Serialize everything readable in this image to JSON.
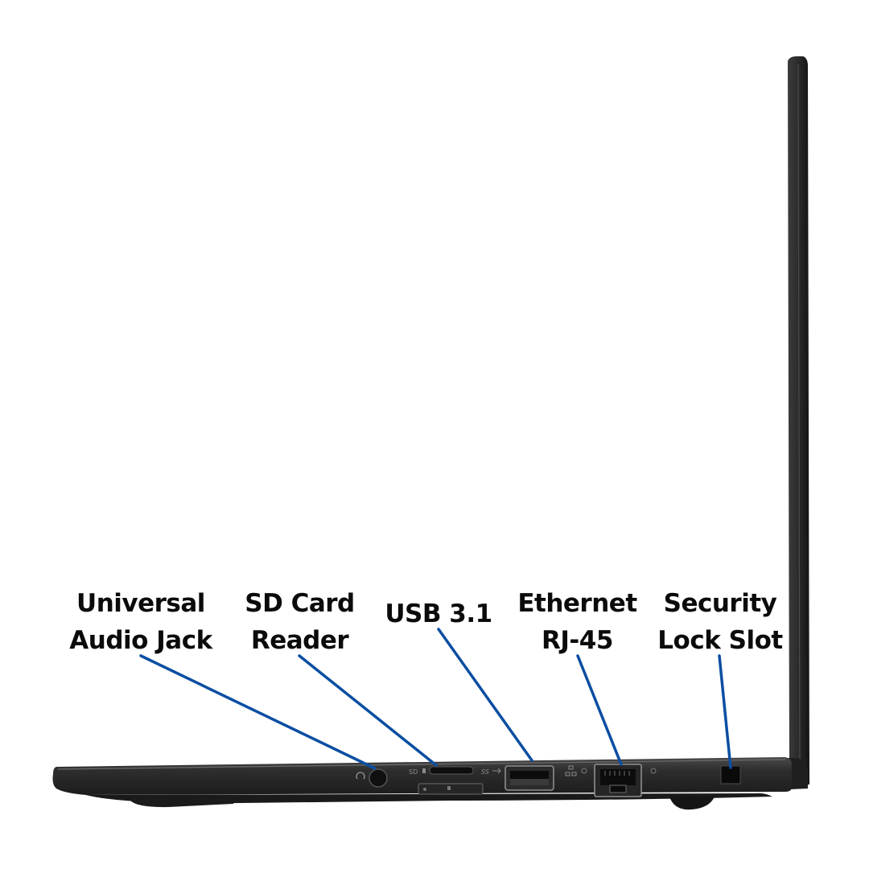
{
  "callouts": {
    "audio": {
      "line1": "Universal",
      "line2": "Audio Jack"
    },
    "sd": {
      "line1": "SD Card",
      "line2": "Reader"
    },
    "usb": {
      "line1": "USB 3.1"
    },
    "ethernet": {
      "line1": "Ethernet",
      "line2": "RJ-45"
    },
    "security": {
      "line1": "Security",
      "line2": "Lock Slot"
    }
  },
  "port_markings": {
    "sd": "SD",
    "usb": "SS"
  },
  "colors": {
    "leader_line": "#0b4ea2",
    "laptop_body": "#2d2d2d",
    "port_cavity": "#0e0e0e",
    "background": "#ffffff"
  }
}
